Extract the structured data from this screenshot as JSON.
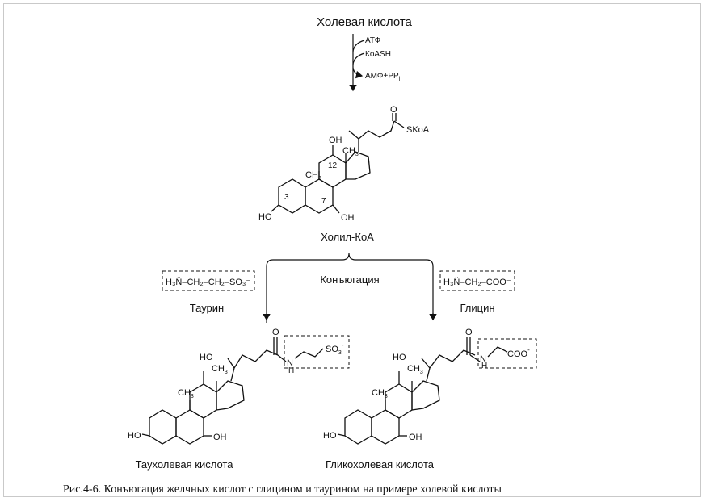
{
  "start": {
    "title": "Холевая кислота",
    "inputs": [
      "АТФ",
      "КоASH"
    ],
    "output_main": "АМФ+PP",
    "output_sub": "i"
  },
  "choloyl_coa": {
    "name": "Холил-КоА",
    "skoa": "SKoA",
    "o": "O",
    "oh_top": "OH",
    "oh_left": "HO",
    "oh_bottom": "OH",
    "ch3_a": "CH",
    "ch3_b": "CH",
    "sub3": "3",
    "pos12": "12",
    "pos3": "3",
    "pos7": "7"
  },
  "conjugation": {
    "label": "Конъюгация"
  },
  "taurine": {
    "formula": "H₃N̈–CH₂–CH₂–SO₃⁻",
    "name": "Таурин"
  },
  "glycine": {
    "formula": "H₃N̈–CH₂–COO⁻",
    "name": "Глицин"
  },
  "taurocholic": {
    "name": "Таухолевая кислота",
    "o": "O",
    "n": "N",
    "h": "H",
    "so3": "SO",
    "so3_sub": "3",
    "so3_sup": "-",
    "oh_top": "HO",
    "oh_left": "HO",
    "oh_bottom": "OH",
    "ch3": "CH",
    "ch3_b": "CH",
    "sub3": "3"
  },
  "glycocholic": {
    "name": "Гликохолевая кислота",
    "o": "O",
    "n": "N",
    "h": "H",
    "coo": "COO",
    "coo_sup": "-",
    "oh_top": "HO",
    "oh_left": "HO",
    "oh_bottom": "OH",
    "ch3": "CH",
    "ch3_b": "CH",
    "sub3": "3"
  },
  "caption": "Рис.4-6.  Конъюгация желчных кислот с глицином и таурином на примере холевой кислоты"
}
